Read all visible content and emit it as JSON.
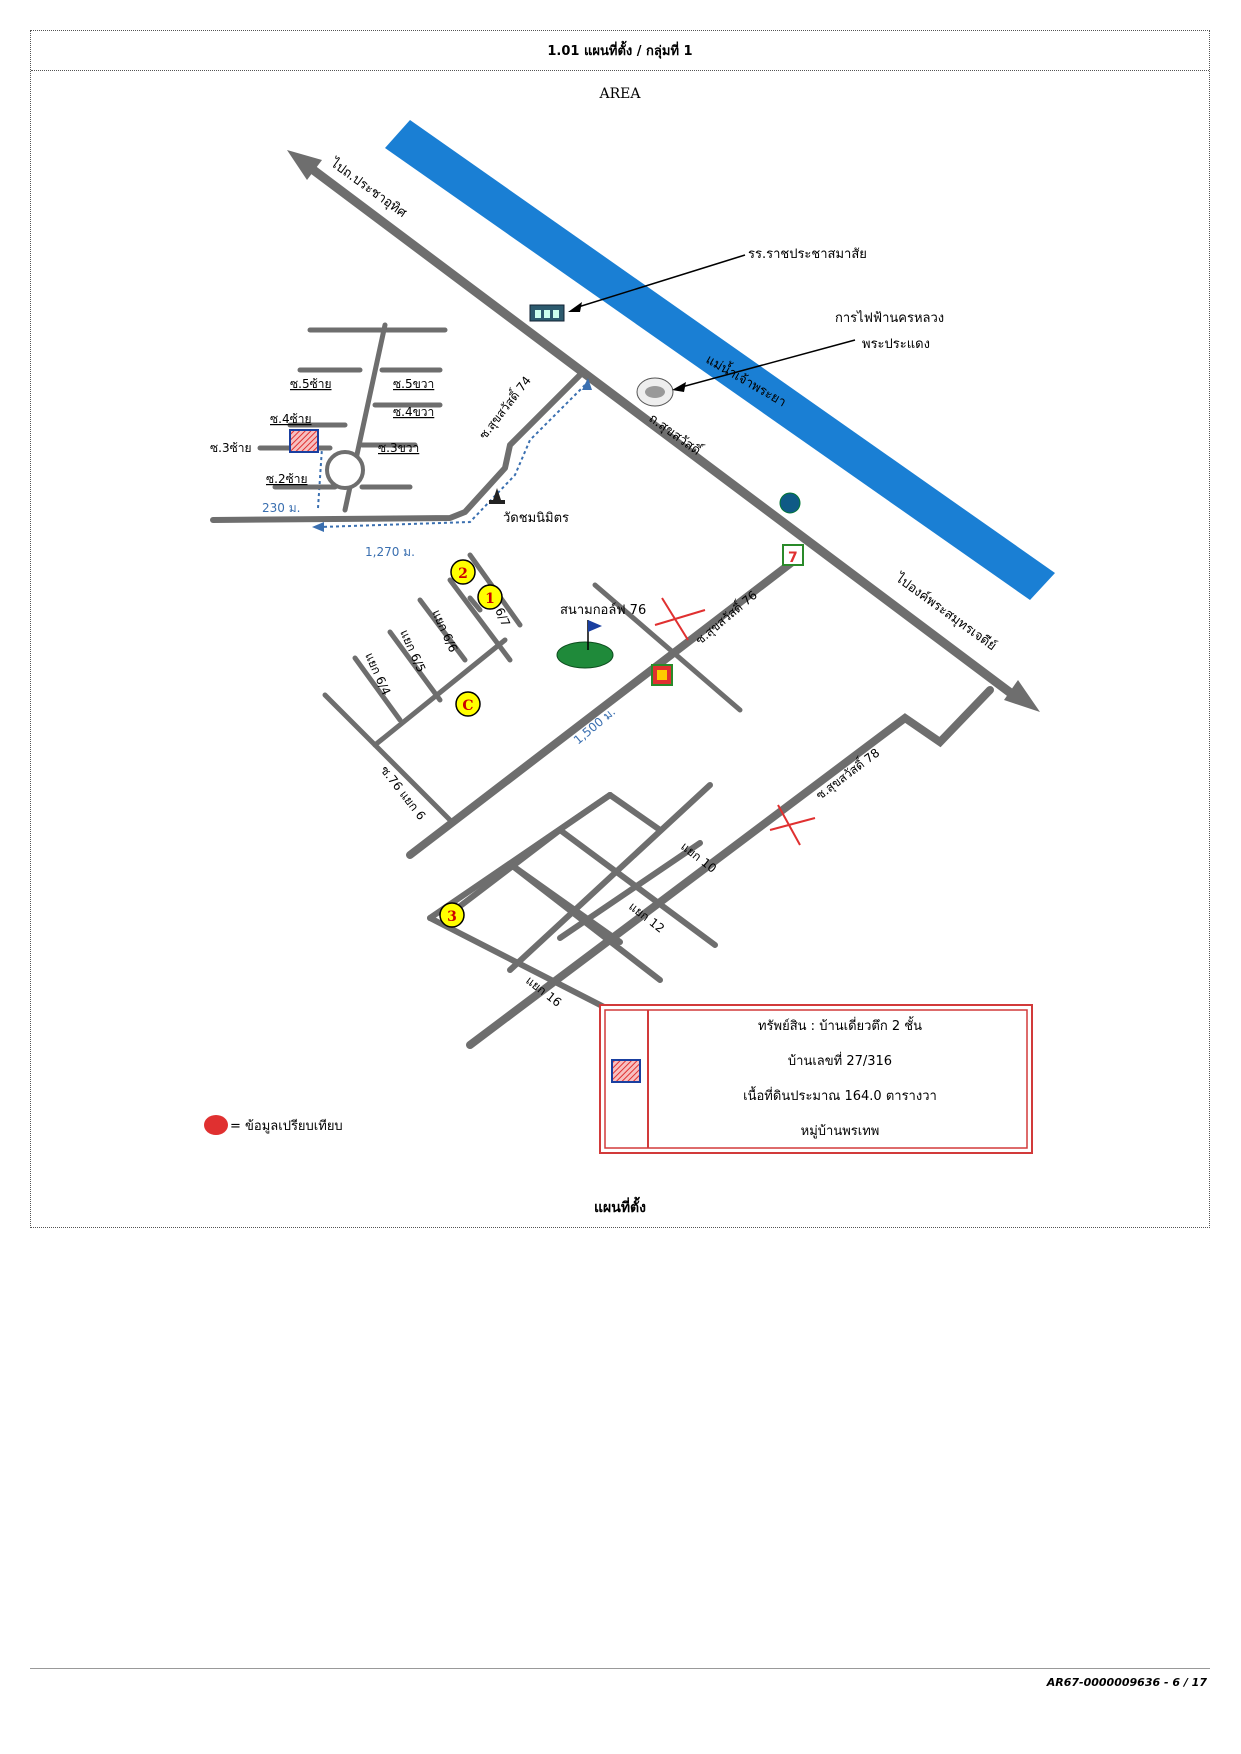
{
  "header": {
    "title": "1.01 แผนที่ตั้ง / กลุ่มที่ 1"
  },
  "map": {
    "area_label": "AREA",
    "river_label": "แม่น้ำเจ้าพระยา",
    "road_main": "ถ.สุขสวัสดิ์",
    "to_north": "ไปถ.ประชาอุทิศ",
    "to_south": "ไปองค์พระสมุทรเจดีย์",
    "school": "รร.ราชประชาสมาสัย",
    "electric_line1": "การไฟฟ้านครหลวง",
    "electric_line2": "พระประแดง",
    "soi74": "ซ.สุขสวัสดิ์ 74",
    "soi76": "ซ.สุขสวัสดิ์ 76",
    "soi78": "ซ.สุขสวัสดิ์ 78",
    "temple": "วัดชมนิมิตร",
    "golf": "สนามกอล์ฟ 76",
    "dist_230": "230 ม.",
    "dist_1270": "1,270 ม.",
    "dist_1500": "1,500 ม.",
    "lane_5l": "ซ.5ซ้าย",
    "lane_5r": "ซ.5ขวา",
    "lane_4r": "ซ.4ขวา",
    "lane_4l": "ซ.4ซ้าย",
    "lane_3l": "ซ.3ซ้าย",
    "lane_3r": "ซ.3ขวา",
    "lane_2l": "ซ.2ซ้าย",
    "branch_67": "6/7",
    "branch_66": "แยก 6/6",
    "branch_65": "แยก 6/5",
    "branch_64": "แยก 6/4",
    "branch_76_6": "ซ.76 แยก 6",
    "branch_10": "แยก 10",
    "branch_12": "แยก 12",
    "branch_16": "แยก 16",
    "marker_1": "1",
    "marker_2": "2",
    "marker_3": "3",
    "marker_c": "C",
    "legend_text": "= ข้อมูลเปรียบเทียบ",
    "info_line1": "ทรัพย์สิน : บ้านเดี่ยวตึก 2 ชั้น",
    "info_line2": "บ้านเลขที่ 27/316",
    "info_line3": "เนื้อที่ดินประมาณ 164.0 ตารางวา",
    "info_line4": "หมู่บ้านพรเทพ",
    "colors": {
      "river": "#1a7fd4",
      "road": "#6e6e6e",
      "marker": "#ffff00",
      "box": "#d23a3a",
      "distance": "#3a6fb0"
    }
  },
  "caption": "แผนที่ตั้ง",
  "footer": {
    "doc_ref": "AR67-0000009636 - 6 / 17"
  }
}
